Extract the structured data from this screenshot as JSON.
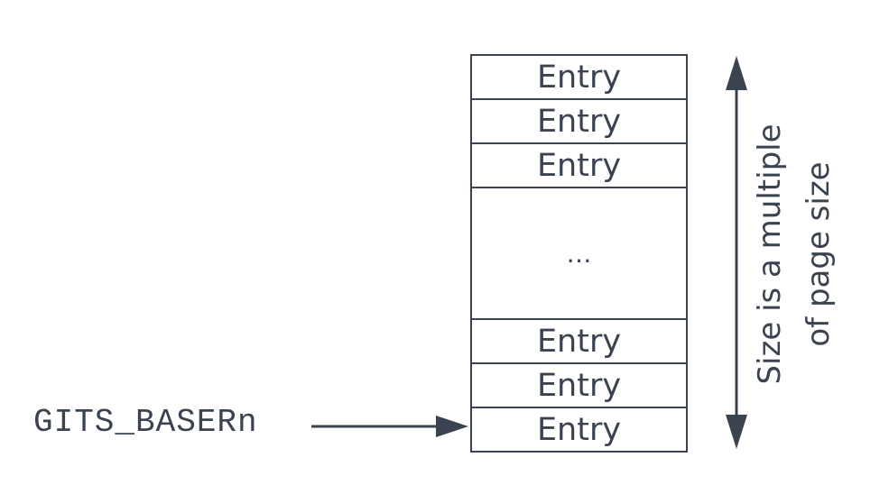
{
  "table": {
    "top_entries": [
      "Entry",
      "Entry",
      "Entry"
    ],
    "ellipsis": "…",
    "bottom_entries": [
      "Entry",
      "Entry",
      "Entry"
    ]
  },
  "pointer": {
    "label": "GITS_BASERn"
  },
  "size_note": {
    "line1": "Size is a multiple",
    "line2": "of page size"
  },
  "colors": {
    "stroke": "#3b4350"
  }
}
